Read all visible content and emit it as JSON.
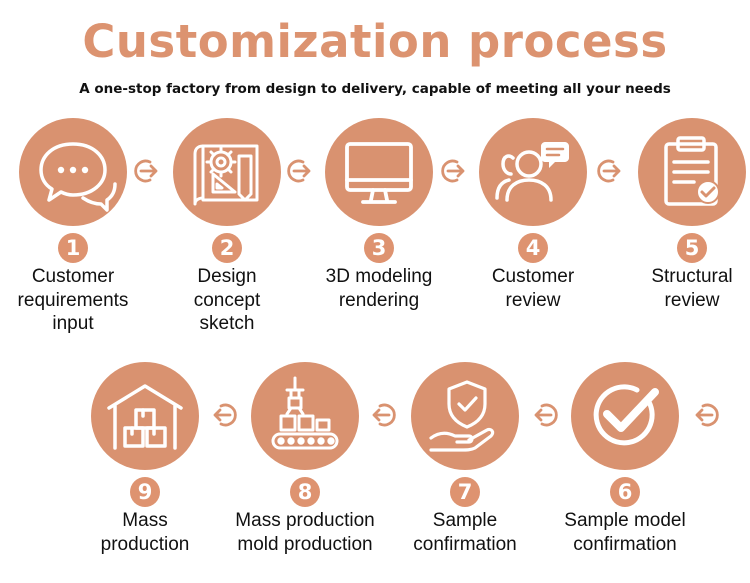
{
  "title": "Customization process",
  "subtitle": "A one-stop factory from design to delivery, capable of meeting all your needs",
  "colors": {
    "accent": "#d99270",
    "text": "#111111"
  },
  "steps": [
    {
      "number": "1",
      "label": "Customer\nrequirements\ninput",
      "icon": "chat-bubbles-icon"
    },
    {
      "number": "2",
      "label": "Design\nconcept\nsketch",
      "icon": "gear-ruler-blueprint-icon"
    },
    {
      "number": "3",
      "label": "3D modeling\nrendering",
      "icon": "monitor-icon"
    },
    {
      "number": "4",
      "label": "Customer\nreview",
      "icon": "users-chat-icon"
    },
    {
      "number": "5",
      "label": "Structural\nreview",
      "icon": "clipboard-check-icon"
    },
    {
      "number": "6",
      "label": "Sample model\nconfirmation",
      "icon": "check-circle-icon"
    },
    {
      "number": "7",
      "label": "Sample\nconfirmation",
      "icon": "hand-shield-icon"
    },
    {
      "number": "8",
      "label": "Mass production\nmold production",
      "icon": "conveyor-robot-icon"
    },
    {
      "number": "9",
      "label": "Mass\nproduction",
      "icon": "warehouse-boxes-icon"
    }
  ]
}
